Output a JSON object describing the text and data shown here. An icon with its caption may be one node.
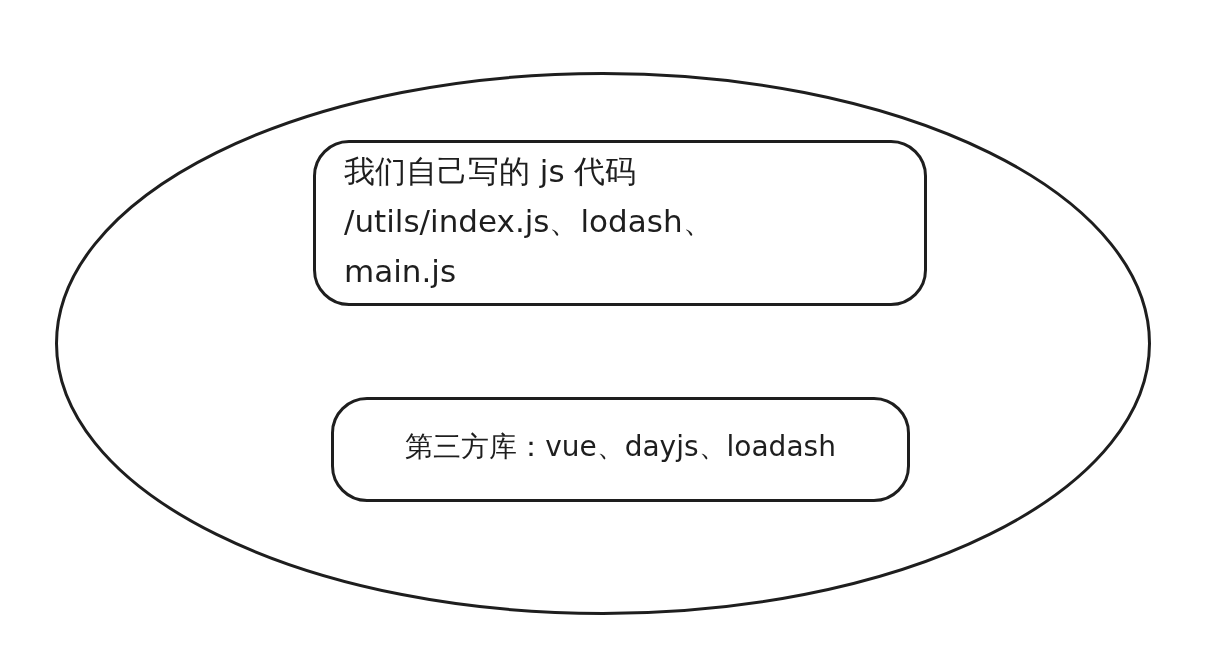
{
  "diagram": {
    "nodes": [
      {
        "text": [],
        "shape": "ellipse"
      },
      {
        "text": [
          "我们自己写的 js 代码",
          "/utils/index.js、lodash、main.js"
        ],
        "in": 0
      },
      {
        "text": [
          "第三方库：vue、dayjs、loadash"
        ],
        "in": 0
      }
    ],
    "edges": []
  }
}
